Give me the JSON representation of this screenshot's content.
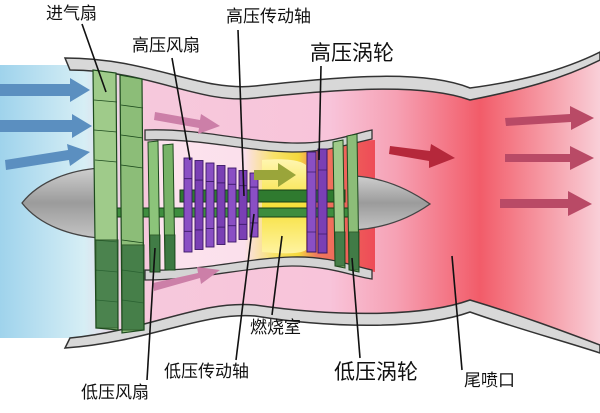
{
  "labels": {
    "intake_fan": "进气扇",
    "hp_fan": "高压风扇",
    "hp_shaft": "高压传动轴",
    "hp_turbine": "高压涡轮",
    "combustor": "燃烧室",
    "lp_shaft": "低压传动轴",
    "lp_turbine": "低压涡轮",
    "lp_fan": "低压风扇",
    "nozzle": "尾喷口"
  },
  "colors": {
    "intake_air": "#bfe3f2",
    "bypass": "#f7c3d8",
    "core": "#fbdcea",
    "combustion": "#f6e34a",
    "exhaust": "#ee4b57",
    "fan_blade": "#9fcb8a",
    "compressor_blade": "#8a4fc4",
    "shaft": "#2f7a2f",
    "spinner": "#a9a9a9",
    "arrow_intake": "#5b8fc0",
    "arrow_bypass": "#cc7fa8",
    "arrow_exhaust": "#b5283b",
    "arrow_combustion": "#9aa53a"
  }
}
